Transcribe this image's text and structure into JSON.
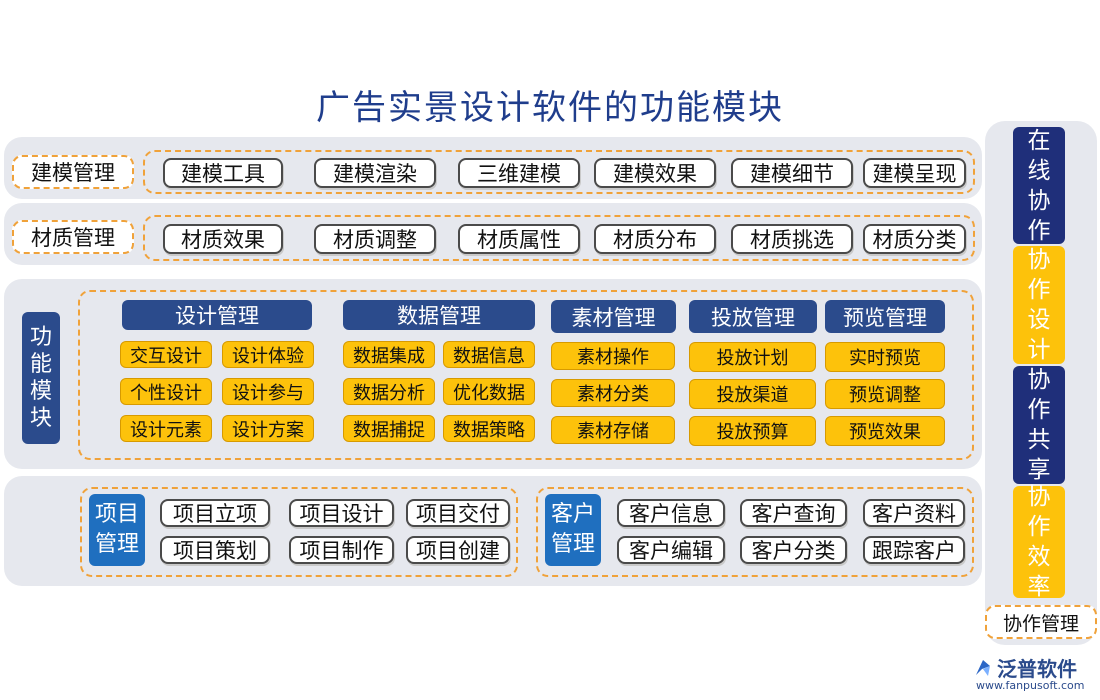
{
  "title": "广告实景设计软件的功能模块",
  "row_modeling": {
    "label": "建模管理",
    "items": [
      "建模工具",
      "建模渲染",
      "三维建模",
      "建模效果",
      "建模细节",
      "建模呈现"
    ]
  },
  "row_material": {
    "label": "材质管理",
    "items": [
      "材质效果",
      "材质调整",
      "材质属性",
      "材质分布",
      "材质挑选",
      "材质分类"
    ]
  },
  "function": {
    "label": "功\n能\n模\n块",
    "groups": {
      "design": {
        "header": "设计管理",
        "items": [
          "交互设计",
          "设计体验",
          "个性设计",
          "设计参与",
          "设计元素",
          "设计方案"
        ]
      },
      "data": {
        "header": "数据管理",
        "items": [
          "数据集成",
          "数据信息",
          "数据分析",
          "优化数据",
          "数据捕捉",
          "数据策略"
        ]
      },
      "assets": {
        "header": "素材管理",
        "items": [
          "素材操作",
          "素材分类",
          "素材存储"
        ]
      },
      "delivery": {
        "header": "投放管理",
        "items": [
          "投放计划",
          "投放渠道",
          "投放预算"
        ]
      },
      "preview": {
        "header": "预览管理",
        "items": [
          "实时预览",
          "预览调整",
          "预览效果"
        ]
      }
    }
  },
  "project": {
    "label": "项目\n管理",
    "items": [
      "项目立项",
      "项目设计",
      "项目交付",
      "项目策划",
      "项目制作",
      "项目创建"
    ]
  },
  "customer": {
    "label": "客户\n管理",
    "items": [
      "客户信息",
      "客户查询",
      "客户资料",
      "客户编辑",
      "客户分类",
      "跟踪客户"
    ]
  },
  "collab": {
    "blocks": [
      "在\n线\n协\n作",
      "协\n作\n设\n计",
      "协\n作\n共\n享",
      "协\n作\n效\n率"
    ],
    "label": "协作管理"
  },
  "logo": {
    "name": "泛普软件",
    "url": "www.fanpusoft.com"
  },
  "colors": {
    "navy": "#2b4b8c",
    "gold": "#fdc20b",
    "dash": "#f0a23a",
    "band": "#e6e8ee"
  }
}
